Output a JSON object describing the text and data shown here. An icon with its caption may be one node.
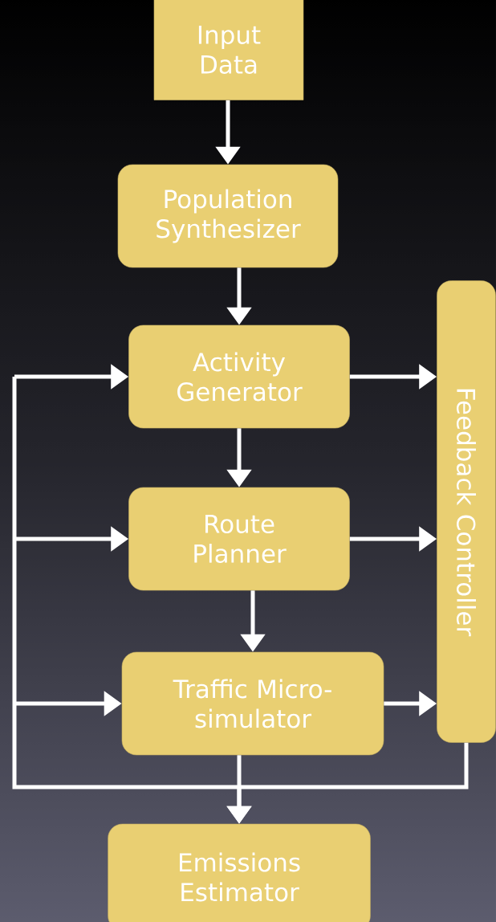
{
  "diagram": {
    "nodes": [
      {
        "text": [
          "Input Data"
        ]
      },
      {
        "text": [
          "Population Synthesizer"
        ]
      },
      {
        "text": [
          "Activity Generator"
        ]
      },
      {
        "text": [
          "Route Planner"
        ]
      },
      {
        "text": [
          "Traffic Micro-simulator"
        ]
      },
      {
        "text": [
          "Emissions Estimator"
        ]
      },
      {
        "text": [
          "Feedback Controller"
        ]
      }
    ],
    "edges": [
      {
        "from": 0,
        "to": 1,
        "arrow": "to"
      },
      {
        "from": 1,
        "to": 2,
        "arrow": "to"
      },
      {
        "from": 2,
        "to": 3,
        "arrow": "to"
      },
      {
        "from": 3,
        "to": 4,
        "arrow": "to"
      },
      {
        "from": 4,
        "to": 5,
        "arrow": "to"
      },
      {
        "from": 2,
        "to": 6,
        "arrow": "to"
      },
      {
        "from": 3,
        "to": 6,
        "arrow": "to"
      },
      {
        "from": 4,
        "to": 6,
        "arrow": "to"
      },
      {
        "from": 6,
        "to": 2,
        "arrow": "to"
      },
      {
        "from": 6,
        "to": 3,
        "arrow": "to"
      },
      {
        "from": 6,
        "to": 4,
        "arrow": "to"
      },
      {
        "from": 6,
        "to": 5,
        "arrow": "to"
      }
    ]
  }
}
